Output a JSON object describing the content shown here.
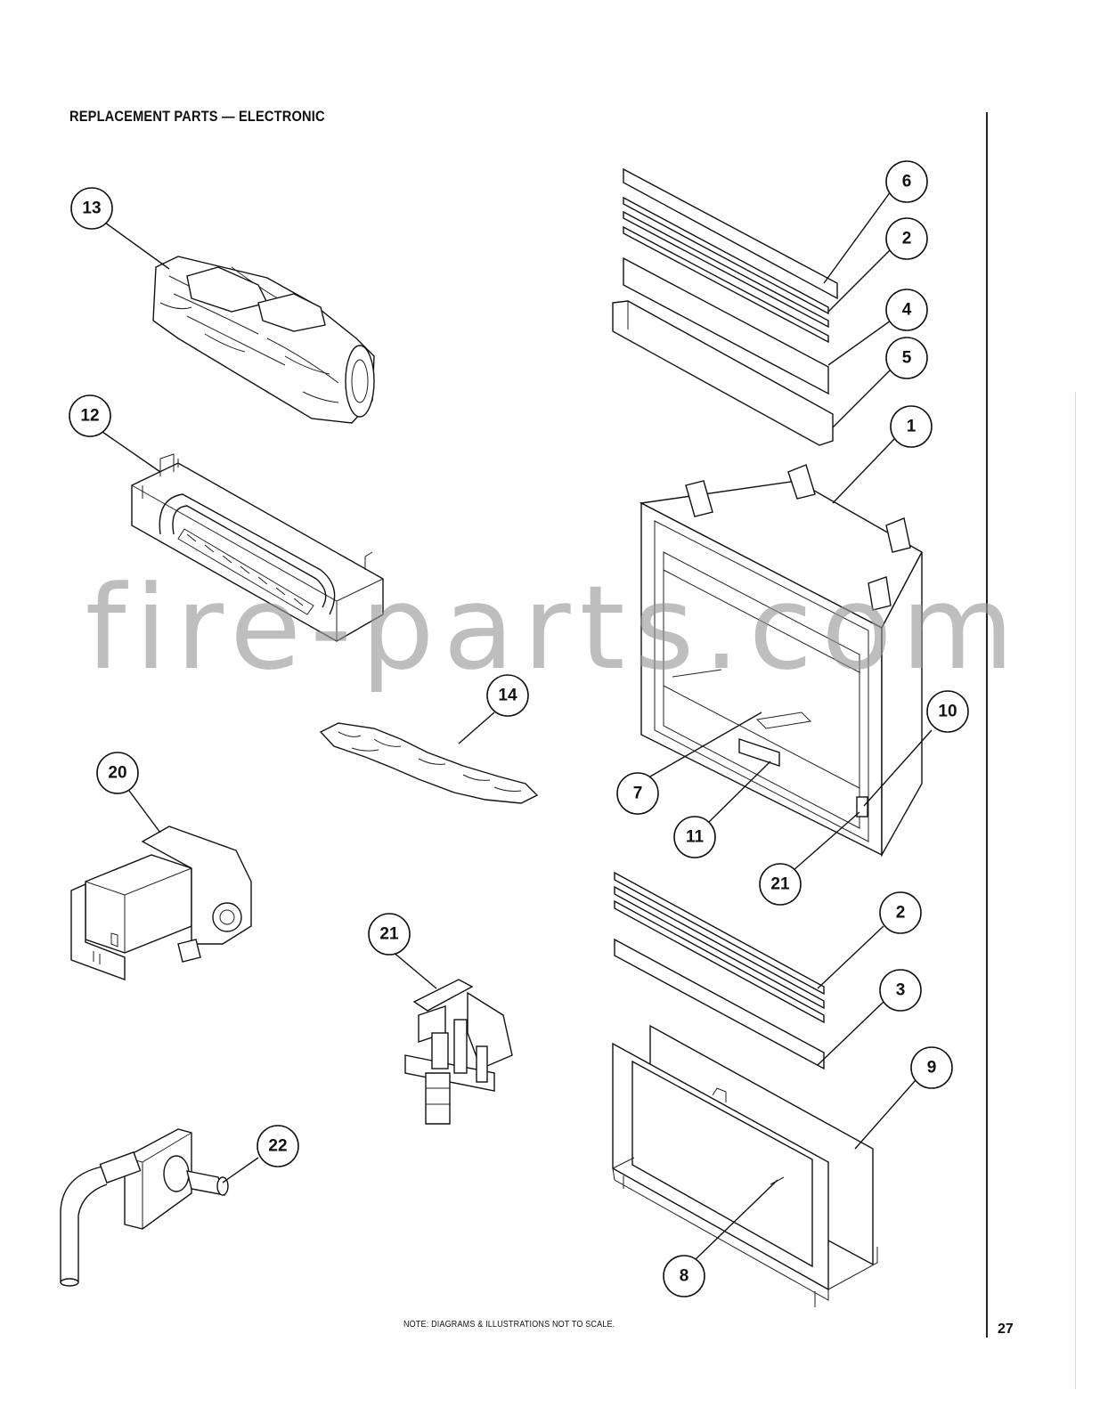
{
  "header": {
    "title": "REPLACEMENT PARTS — ELECTRONIC"
  },
  "footer": {
    "note": "NOTE: DIAGRAMS & ILLUSTRATIONS NOT TO SCALE.",
    "page_number": "27"
  },
  "watermark": "fire-parts.com",
  "callouts": {
    "c13": "13",
    "c12": "12",
    "c14": "14",
    "c20": "20",
    "c21a": "21",
    "c22": "22",
    "c6": "6",
    "c2a": "2",
    "c4": "4",
    "c5": "5",
    "c1": "1",
    "c10": "10",
    "c7": "7",
    "c11": "11",
    "c21b": "21",
    "c2b": "2",
    "c3": "3",
    "c9": "9",
    "c8": "8"
  }
}
